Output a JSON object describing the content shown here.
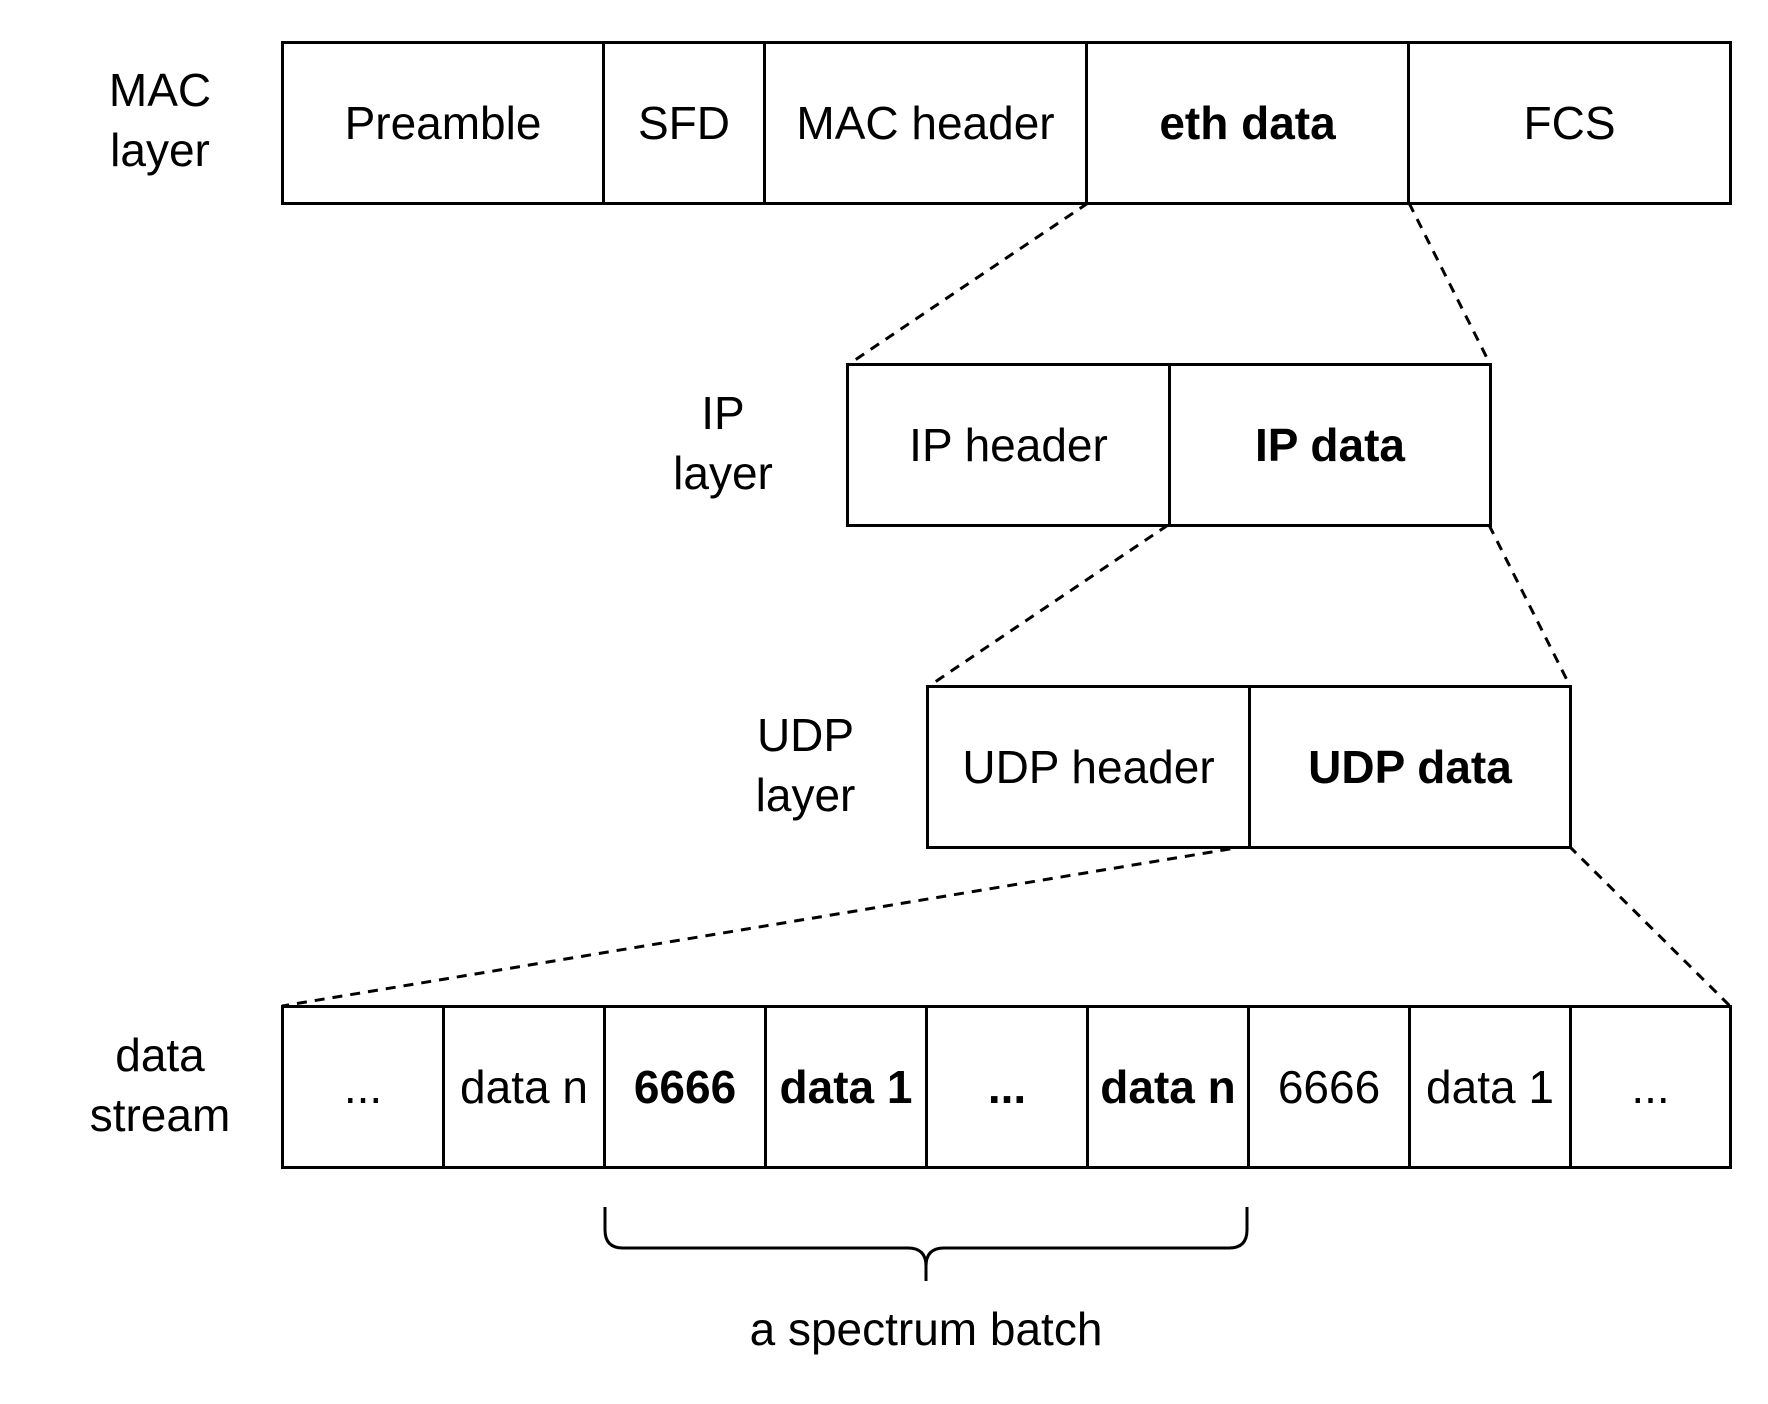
{
  "layers": {
    "mac": {
      "label_line1": "MAC",
      "label_line2": "layer",
      "cells": [
        "Preamble",
        "SFD",
        "MAC header",
        "eth data",
        "FCS"
      ]
    },
    "ip": {
      "label_line1": "IP",
      "label_line2": "layer",
      "cells": [
        "IP header",
        "IP data"
      ]
    },
    "udp": {
      "label_line1": "UDP",
      "label_line2": "layer",
      "cells": [
        "UDP header",
        "UDP data"
      ]
    },
    "stream": {
      "label_line1": "data",
      "label_line2": "stream",
      "cells": [
        "...",
        "data n",
        "6666",
        "data 1",
        "...",
        "data n",
        "6666",
        "data 1",
        "..."
      ]
    }
  },
  "brace_caption": "a spectrum batch"
}
